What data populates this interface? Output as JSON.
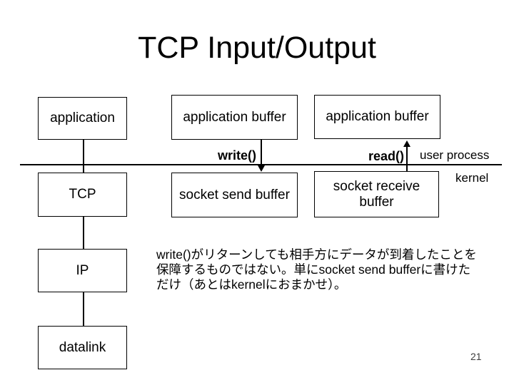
{
  "slide": {
    "title": "TCP Input/Output",
    "page_number": "21",
    "background_color": "#ffffff",
    "text_color": "#000000",
    "page_number_color": "#3d3d3d"
  },
  "protocol_stack": {
    "application": "application",
    "tcp": "TCP",
    "ip": "IP",
    "datalink": "datalink"
  },
  "buffers": {
    "send_app_buffer": "application buffer",
    "recv_app_buffer": "application buffer",
    "socket_send_buffer": "socket send buffer",
    "socket_receive_buffer": "socket receive buffer"
  },
  "calls": {
    "write": "write()",
    "read": "read()"
  },
  "regions": {
    "user_process": "user process",
    "kernel": "kernel"
  },
  "note": {
    "lines": [
      "write()がリターンしても相手方にデータが到着したことを",
      "保障するものではない。単にsocket send bufferに書けた",
      "だけ（あとはkernelにおまかせ）。"
    ]
  }
}
